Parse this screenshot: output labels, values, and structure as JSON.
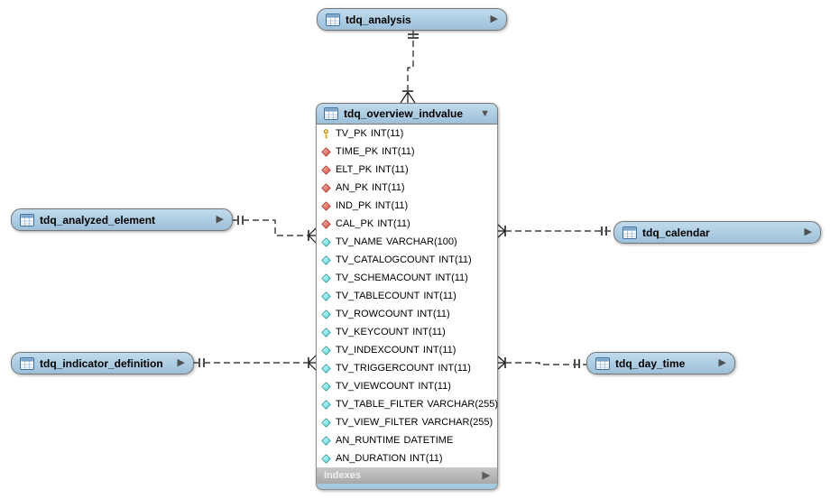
{
  "icons": {
    "expand_arrow": "▶",
    "collapse_arrow": "▼"
  },
  "colors": {
    "table_fill": "#aecde2",
    "table_border": "#777777",
    "indexes_bar": "#b5b5b5",
    "bottom_strip": "#a5c9df",
    "primary_key_icon": "#ffd24a",
    "foreign_key_icon": "#e06a5c",
    "column_icon": "#6fdedd"
  },
  "tables": {
    "analysis": {
      "name": "tdq_analysis"
    },
    "analyzed_element": {
      "name": "tdq_analyzed_element"
    },
    "calendar": {
      "name": "tdq_calendar"
    },
    "indicator_definition": {
      "name": "tdq_indicator_definition"
    },
    "day_time": {
      "name": "tdq_day_time"
    }
  },
  "main_table": {
    "name": "tdq_overview_indvalue",
    "footer_label": "Indexes",
    "columns": [
      {
        "icon": "primary-key",
        "name": "TV_PK",
        "type": "INT(11)"
      },
      {
        "icon": "foreign-key",
        "name": "TIME_PK",
        "type": "INT(11)"
      },
      {
        "icon": "foreign-key",
        "name": "ELT_PK",
        "type": "INT(11)"
      },
      {
        "icon": "foreign-key",
        "name": "AN_PK",
        "type": "INT(11)"
      },
      {
        "icon": "foreign-key",
        "name": "IND_PK",
        "type": "INT(11)"
      },
      {
        "icon": "foreign-key",
        "name": "CAL_PK",
        "type": "INT(11)"
      },
      {
        "icon": "column",
        "name": "TV_NAME",
        "type": "VARCHAR(100)"
      },
      {
        "icon": "column",
        "name": "TV_CATALOGCOUNT",
        "type": "INT(11)"
      },
      {
        "icon": "column",
        "name": "TV_SCHEMACOUNT",
        "type": "INT(11)"
      },
      {
        "icon": "column",
        "name": "TV_TABLECOUNT",
        "type": "INT(11)"
      },
      {
        "icon": "column",
        "name": "TV_ROWCOUNT",
        "type": "INT(11)"
      },
      {
        "icon": "column",
        "name": "TV_KEYCOUNT",
        "type": "INT(11)"
      },
      {
        "icon": "column",
        "name": "TV_INDEXCOUNT",
        "type": "INT(11)"
      },
      {
        "icon": "column",
        "name": "TV_TRIGGERCOUNT",
        "type": "INT(11)"
      },
      {
        "icon": "column",
        "name": "TV_VIEWCOUNT",
        "type": "INT(11)"
      },
      {
        "icon": "column",
        "name": "TV_TABLE_FILTER",
        "type": "VARCHAR(255)"
      },
      {
        "icon": "column",
        "name": "TV_VIEW_FILTER",
        "type": "VARCHAR(255)"
      },
      {
        "icon": "column",
        "name": "AN_RUNTIME",
        "type": "DATETIME"
      },
      {
        "icon": "column",
        "name": "AN_DURATION",
        "type": "INT(11)"
      }
    ]
  },
  "relationships": [
    {
      "from": "tdq_analysis",
      "to": "tdq_overview_indvalue",
      "style": "dashed",
      "cardinality": "one-to-many"
    },
    {
      "from": "tdq_analyzed_element",
      "to": "tdq_overview_indvalue",
      "style": "dashed",
      "cardinality": "one-to-many"
    },
    {
      "from": "tdq_calendar",
      "to": "tdq_overview_indvalue",
      "style": "dashed",
      "cardinality": "one-to-many"
    },
    {
      "from": "tdq_indicator_definition",
      "to": "tdq_overview_indvalue",
      "style": "dashed",
      "cardinality": "one-to-many"
    },
    {
      "from": "tdq_day_time",
      "to": "tdq_overview_indvalue",
      "style": "dashed",
      "cardinality": "one-to-many"
    }
  ]
}
